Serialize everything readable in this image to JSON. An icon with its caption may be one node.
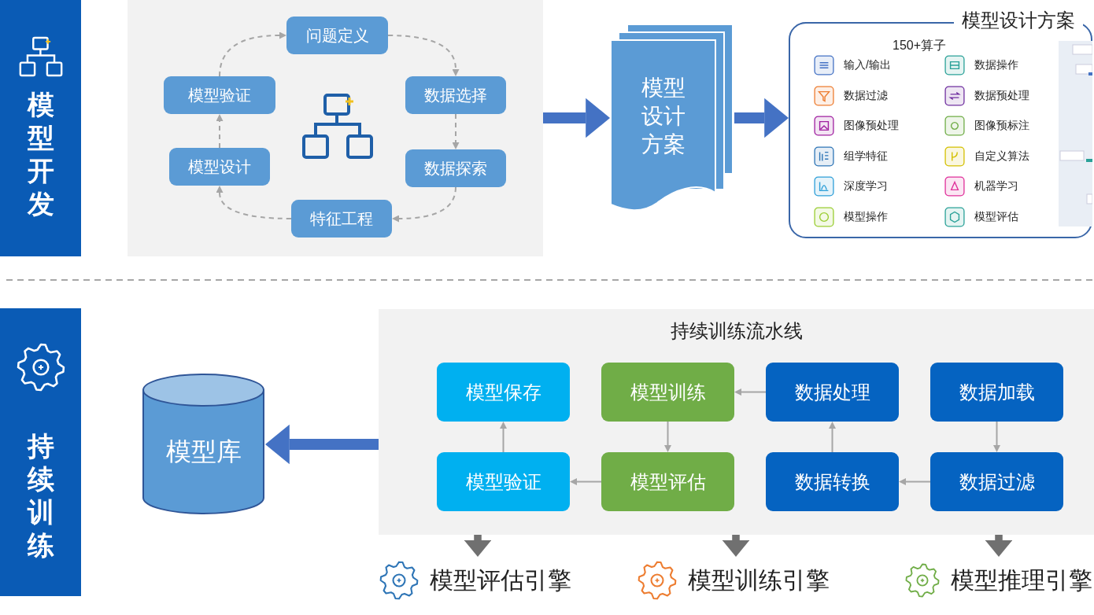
{
  "diagram": {
    "nodes": [
      {
        "text": [
          "模型开发"
        ]
      },
      {
        "text": [],
        "shape": "box"
      },
      {
        "text": [
          "问题定义"
        ],
        "in": 1
      },
      {
        "text": [
          "数据选择"
        ],
        "in": 1
      },
      {
        "text": [
          "数据探索"
        ],
        "in": 1
      },
      {
        "text": [
          "特征工程"
        ],
        "in": 1
      },
      {
        "text": [
          "模型设计"
        ],
        "in": 1
      },
      {
        "text": [
          "模型验证"
        ],
        "in": 1
      },
      {
        "text": [
          "模型设计方案"
        ]
      },
      {
        "text": [
          "模型设计方案",
          "150+算子"
        ]
      },
      {
        "text": [
          "持续训练"
        ]
      },
      {
        "text": [
          "模型库"
        ]
      },
      {
        "text": [
          "持续训练流水线"
        ]
      },
      {
        "text": [
          "模型保存"
        ],
        "in": 12
      },
      {
        "text": [
          "模型训练"
        ],
        "in": 12
      },
      {
        "text": [
          "数据处理"
        ],
        "in": 12
      },
      {
        "text": [
          "数据加载"
        ],
        "in": 12
      },
      {
        "text": [
          "模型验证"
        ],
        "in": 12
      },
      {
        "text": [
          "模型评估"
        ],
        "in": 12
      },
      {
        "text": [
          "数据转换"
        ],
        "in": 12
      },
      {
        "text": [
          "数据过滤"
        ],
        "in": 12
      },
      {
        "text": [
          "模型评估引擎"
        ]
      },
      {
        "text": [
          "模型训练引擎"
        ]
      },
      {
        "text": [
          "模型推理引擎"
        ]
      }
    ],
    "edges": [
      {
        "from": 2,
        "to": 3,
        "arrow": "to",
        "style": "dashed"
      },
      {
        "from": 3,
        "to": 4,
        "arrow": "to",
        "style": "dashed"
      },
      {
        "from": 4,
        "to": 5,
        "arrow": "to",
        "style": "dashed"
      },
      {
        "from": 5,
        "to": 6,
        "arrow": "to",
        "style": "dashed"
      },
      {
        "from": 6,
        "to": 7,
        "arrow": "to",
        "style": "dashed"
      },
      {
        "from": 7,
        "to": 2,
        "arrow": "to",
        "style": "dashed"
      },
      {
        "from": 1,
        "to": 8,
        "arrow": "to",
        "style": "thick",
        "color": "#4472c4"
      },
      {
        "from": 8,
        "to": 9,
        "arrow": "to",
        "style": "thick",
        "color": "#4472c4"
      },
      {
        "from": 16,
        "to": 20,
        "arrow": "to"
      },
      {
        "from": 20,
        "to": 19,
        "arrow": "to"
      },
      {
        "from": 19,
        "to": 15,
        "arrow": "to"
      },
      {
        "from": 15,
        "to": 14,
        "arrow": "to"
      },
      {
        "from": 14,
        "to": 18,
        "arrow": "to"
      },
      {
        "from": 18,
        "to": 17,
        "arrow": "to"
      },
      {
        "from": 17,
        "to": 13,
        "arrow": "to"
      },
      {
        "from": 12,
        "to": 11,
        "arrow": "to",
        "style": "thick",
        "color": "#4472c4"
      },
      {
        "from": 12,
        "to": 21,
        "arrow": "to",
        "style": "thick",
        "color": "#707070"
      },
      {
        "from": 12,
        "to": 22,
        "arrow": "to",
        "style": "thick",
        "color": "#707070"
      },
      {
        "from": 12,
        "to": 23,
        "arrow": "to",
        "style": "thick",
        "color": "#707070"
      }
    ],
    "labels": [
      "输入/输出",
      "数据操作",
      "数据过滤",
      "数据预处理",
      "图像预处理",
      "图像预标注",
      "组学特征",
      "自定义算法",
      "深度学习",
      "机器学习",
      "模型操作",
      "模型评估"
    ]
  }
}
